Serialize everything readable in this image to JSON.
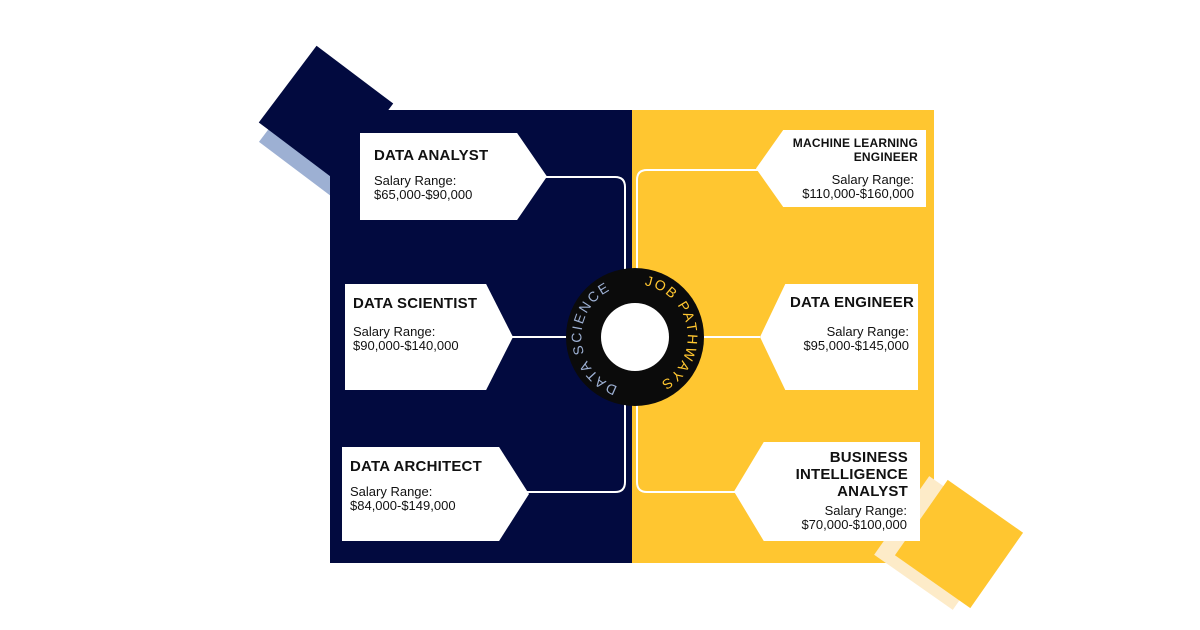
{
  "hub": {
    "left_text": "DATA SCIENCE",
    "right_text": "JOB PATHWAYS"
  },
  "roles": {
    "data_analyst": {
      "title": "DATA ANALYST",
      "label": "Salary Range:",
      "range": "$65,000-$90,000"
    },
    "data_scientist": {
      "title": "DATA SCIENTIST",
      "label": "Salary Range:",
      "range": "$90,000-$140,000"
    },
    "data_architect": {
      "title": "DATA ARCHITECT",
      "label": "Salary Range:",
      "range": "$84,000-$149,000"
    },
    "ml_engineer": {
      "title_line1": "MACHINE LEARNING",
      "title_line2": "ENGINEER",
      "label": "Salary Range:",
      "range": "$110,000-$160,000"
    },
    "data_engineer": {
      "title": "DATA ENGINEER",
      "label": "Salary Range:",
      "range": "$95,000-$145,000"
    },
    "bi_analyst": {
      "title_line1": "BUSINESS",
      "title_line2": "INTELLIGENCE",
      "title_line3": "ANALYST",
      "label": "Salary Range:",
      "range": "$70,000-$100,000"
    }
  },
  "colors": {
    "navy": "#020a3f",
    "yellow": "#ffc630",
    "light_blue": "#9db0d3",
    "cream": "#fdebc8"
  }
}
